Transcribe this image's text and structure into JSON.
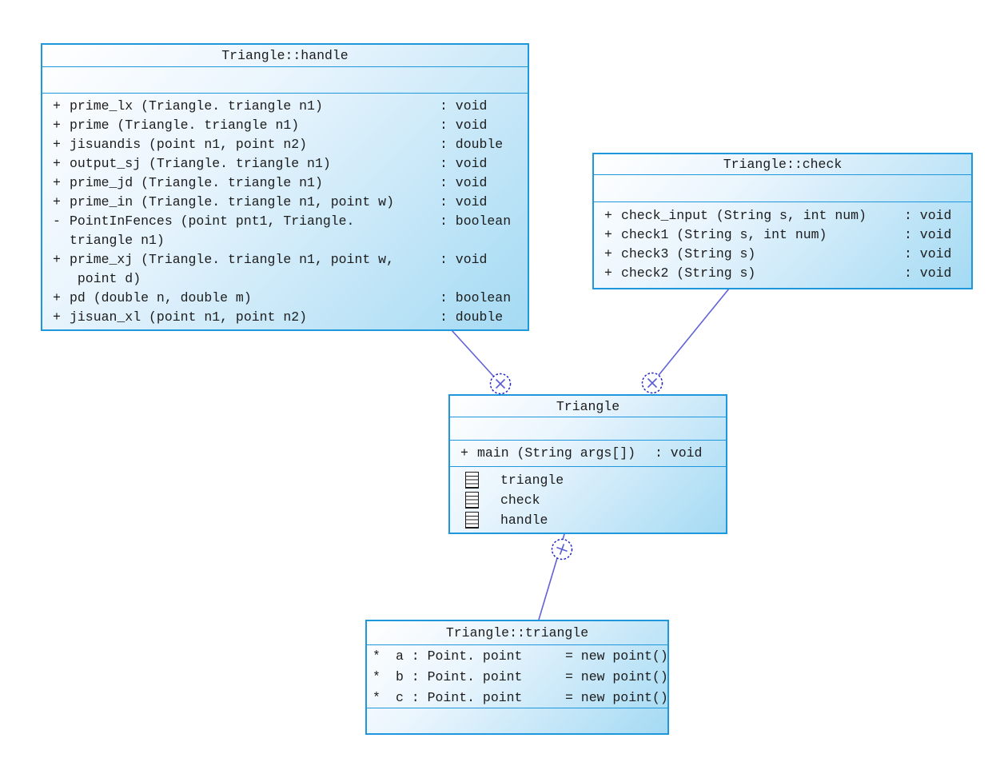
{
  "classes": {
    "handle": {
      "title": "Triangle::handle",
      "methods": [
        {
          "vis": "+",
          "lines": [
            "prime_lx (Triangle. triangle n1)"
          ],
          "ret": ": void"
        },
        {
          "vis": "+",
          "lines": [
            "prime (Triangle. triangle n1)"
          ],
          "ret": ": void"
        },
        {
          "vis": "+",
          "lines": [
            "jisuandis (point n1, point n2)"
          ],
          "ret": ": double"
        },
        {
          "vis": "+",
          "lines": [
            "output_sj (Triangle. triangle n1)"
          ],
          "ret": ": void"
        },
        {
          "vis": "+",
          "lines": [
            "prime_jd (Triangle. triangle n1)"
          ],
          "ret": ": void"
        },
        {
          "vis": "+",
          "lines": [
            "prime_in (Triangle. triangle n1, point w)"
          ],
          "ret": ": void"
        },
        {
          "vis": "-",
          "lines": [
            "PointInFences (point pnt1, Triangle.",
            "triangle n1)"
          ],
          "ret": ": boolean"
        },
        {
          "vis": "+",
          "lines": [
            "prime_xj (Triangle. triangle n1, point w,",
            " point d)"
          ],
          "ret": ": void"
        },
        {
          "vis": "+",
          "lines": [
            "pd (double n, double m)"
          ],
          "ret": ": boolean"
        },
        {
          "vis": "+",
          "lines": [
            "jisuan_xl (point n1, point n2)"
          ],
          "ret": ": double"
        }
      ]
    },
    "check": {
      "title": "Triangle::check",
      "methods": [
        {
          "vis": "+",
          "lines": [
            "check_input (String s, int num)"
          ],
          "ret": ": void"
        },
        {
          "vis": "+",
          "lines": [
            "check1 (String s, int num)"
          ],
          "ret": ": void"
        },
        {
          "vis": "+",
          "lines": [
            "check3 (String s)"
          ],
          "ret": ": void"
        },
        {
          "vis": "+",
          "lines": [
            "check2 (String s)"
          ],
          "ret": ": void"
        }
      ]
    },
    "main": {
      "title": "Triangle",
      "methods": [
        {
          "vis": "+",
          "lines": [
            "main (String args[])"
          ],
          "ret": ": void"
        }
      ],
      "nested": [
        {
          "icon": "nested-class-icon",
          "label": "triangle"
        },
        {
          "icon": "nested-class-icon",
          "label": "check"
        },
        {
          "icon": "nested-class-icon",
          "label": "handle"
        }
      ]
    },
    "struct": {
      "title": "Triangle::triangle",
      "fields": [
        {
          "vis": "*",
          "text": "a : Point. point",
          "init": "= new point()"
        },
        {
          "vis": "*",
          "text": "b : Point. point",
          "init": "= new point()"
        },
        {
          "vis": "*",
          "text": "c : Point. point",
          "init": "= new point()"
        }
      ]
    }
  },
  "connectors": [
    {
      "from": "Triangle::handle",
      "to": "Triangle",
      "symbol": "circle-x-anchor"
    },
    {
      "from": "Triangle::check",
      "to": "Triangle",
      "symbol": "circle-x-anchor"
    },
    {
      "from": "Triangle",
      "to": "Triangle::triangle",
      "symbol": "circle-plus-anchor"
    }
  ],
  "colors": {
    "box_border": "#1e97dd",
    "box_gradient_start": "#ffffff",
    "box_gradient_end": "#a4daf3",
    "connector_line": "#6161d8",
    "anchor_circle_stroke": "#2424c8",
    "text": "#1c1c1c"
  }
}
